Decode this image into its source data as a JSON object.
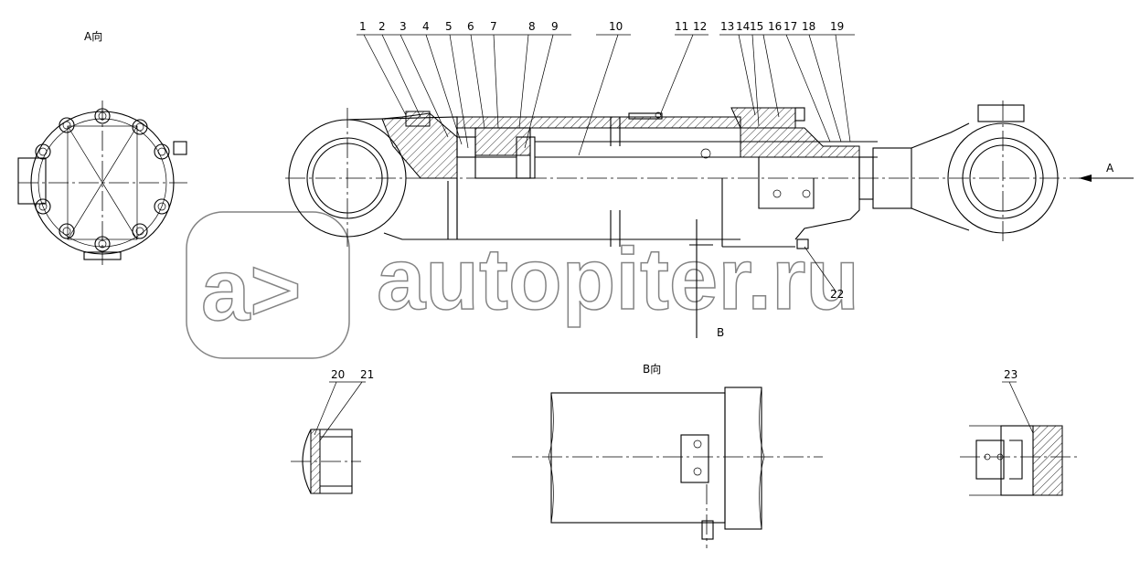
{
  "views": {
    "view_a_title": "A向",
    "view_b_title": "B向",
    "arrow_a": "A",
    "arrow_b": "B"
  },
  "balloons": [
    "1",
    "2",
    "3",
    "4",
    "5",
    "6",
    "7",
    "8",
    "9",
    "10",
    "11",
    "12",
    "13",
    "14",
    "15",
    "16",
    "17",
    "18",
    "19",
    "20",
    "21",
    "22",
    "23"
  ],
  "watermark": {
    "brand": "autopiter.ru"
  }
}
